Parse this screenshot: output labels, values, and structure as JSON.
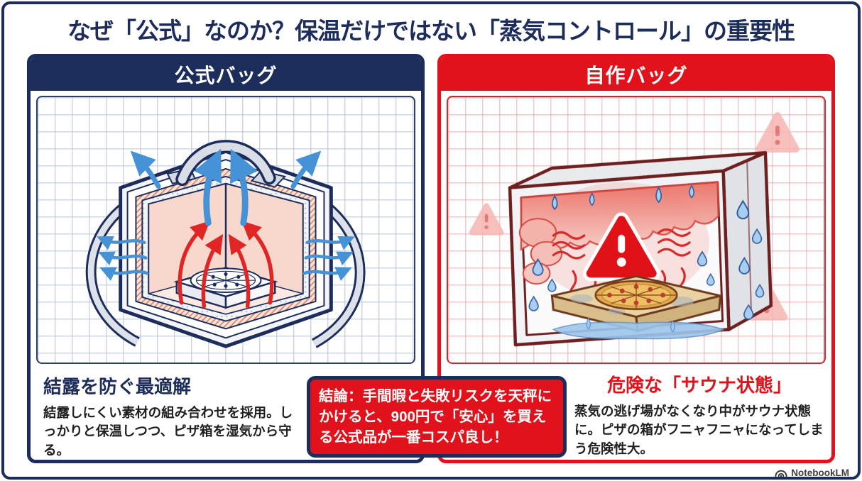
{
  "title": "なぜ「公式」なのか？保温だけではない「蒸気コントロール」の重要性",
  "panels": {
    "official": {
      "header": "公式バッグ",
      "caption_heading": "結露を防ぐ最適解",
      "caption_body": "結露しにくい素材の組み合わせを採用。しっかりと保温しつつ、ピザ箱を湿気から守る。"
    },
    "diy": {
      "header": "自作バッグ",
      "caption_heading": "危険な「サウナ状態」",
      "caption_body": "蒸気の逃げ場がなくなり中がサウナ状態に。ピザの箱がフニャフニャになってしまう危険性大。"
    }
  },
  "conclusion": {
    "text": "結論：手間暇と失敗リスクを天秤にかけると、900円で「安心」を買える公式品が一番コスパ良し！"
  },
  "footer": {
    "brand": "NotebookLM"
  },
  "colors": {
    "navy": "#1d2d5b",
    "red": "#e1121b",
    "steam_blue": "#4593d6",
    "heat_red": "#e02525",
    "interior_pink": "#f8d7cd",
    "warning_red": "#e01218",
    "drop_blue": "#a9cdf1",
    "grid_blue": "#a0b2d4",
    "grid_pink": "#e99499",
    "body_text": "#1f1f1f"
  },
  "icons": {
    "warning": "warning-triangle-exclamation",
    "drop": "water-drop",
    "brand_mark": "notebooklm-arc"
  }
}
